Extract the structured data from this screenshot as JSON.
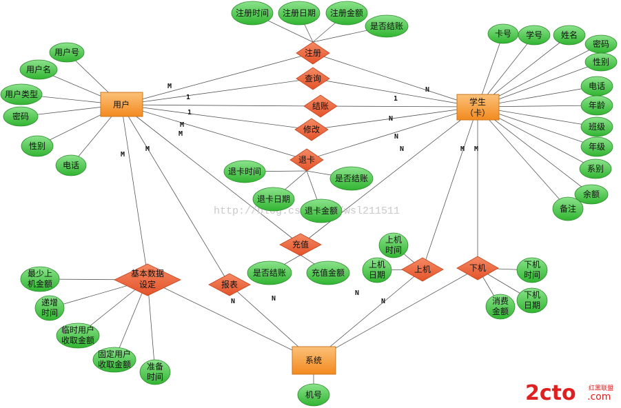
{
  "entities": {
    "user": "用户",
    "student_line1": "学生",
    "student_line2": "（卡）",
    "system": "系统"
  },
  "relationships": {
    "register": "注册",
    "query": "查询",
    "checkout": "结账",
    "modify": "修改",
    "return_card": "退卡",
    "recharge": "充值",
    "basic_data_line1": "基本数据",
    "basic_data_line2": "设定",
    "report": "报表",
    "go_online": "上机",
    "go_offline": "下机"
  },
  "attributes": {
    "user_id": "用户号",
    "user_name": "用户名",
    "user_type": "用户类型",
    "user_password": "密码",
    "user_gender": "性别",
    "user_phone": "电话",
    "reg_time": "注册时间",
    "reg_date": "注册日期",
    "reg_amount": "注册金额",
    "reg_settled": "是否结账",
    "card_no": "卡号",
    "student_no": "学号",
    "name": "姓名",
    "stu_password": "密码",
    "stu_gender": "性别",
    "stu_phone": "电话",
    "age": "年龄",
    "class": "班级",
    "grade": "年级",
    "department": "系别",
    "balance": "余额",
    "remark": "备注",
    "ret_time": "退卡时间",
    "ret_settled": "是否结账",
    "ret_date": "退卡日期",
    "ret_amount": "退卡金额",
    "rech_settled": "是否结账",
    "rech_amount": "充值金额",
    "on_time_l1": "上机",
    "on_time_l2": "时间",
    "on_date_l1": "上机",
    "on_date_l2": "日期",
    "off_time_l1": "下机",
    "off_time_l2": "时间",
    "off_date_l1": "下机",
    "off_date_l2": "日期",
    "consume_l1": "消费",
    "consume_l2": "金额",
    "min_l1": "最少上",
    "min_l2": "机金额",
    "inc_l1": "递增",
    "inc_l2": "时间",
    "temp_l1": "临时用户",
    "temp_l2": "收取金额",
    "fixed_l1": "固定用户",
    "fixed_l2": "收取金额",
    "prep_l1": "准备",
    "prep_l2": "时间",
    "machine_no": "机号"
  },
  "cardinality": {
    "m": "M",
    "n": "N",
    "one": "1"
  },
  "watermark": {
    "url": "http://blog.csdn.net/wsl211511",
    "logo_main": "2cto",
    "logo_dotcom": ".com",
    "logo_cn": "红黑联盟"
  },
  "colors": {
    "entity_fill": "#f7a23e",
    "relationship_fill": "#ee6b3f",
    "attribute_fill": "#4cc94c",
    "attribute_stroke": "#2f8a2f",
    "line": "#555555",
    "logo_red": "#e02020"
  }
}
